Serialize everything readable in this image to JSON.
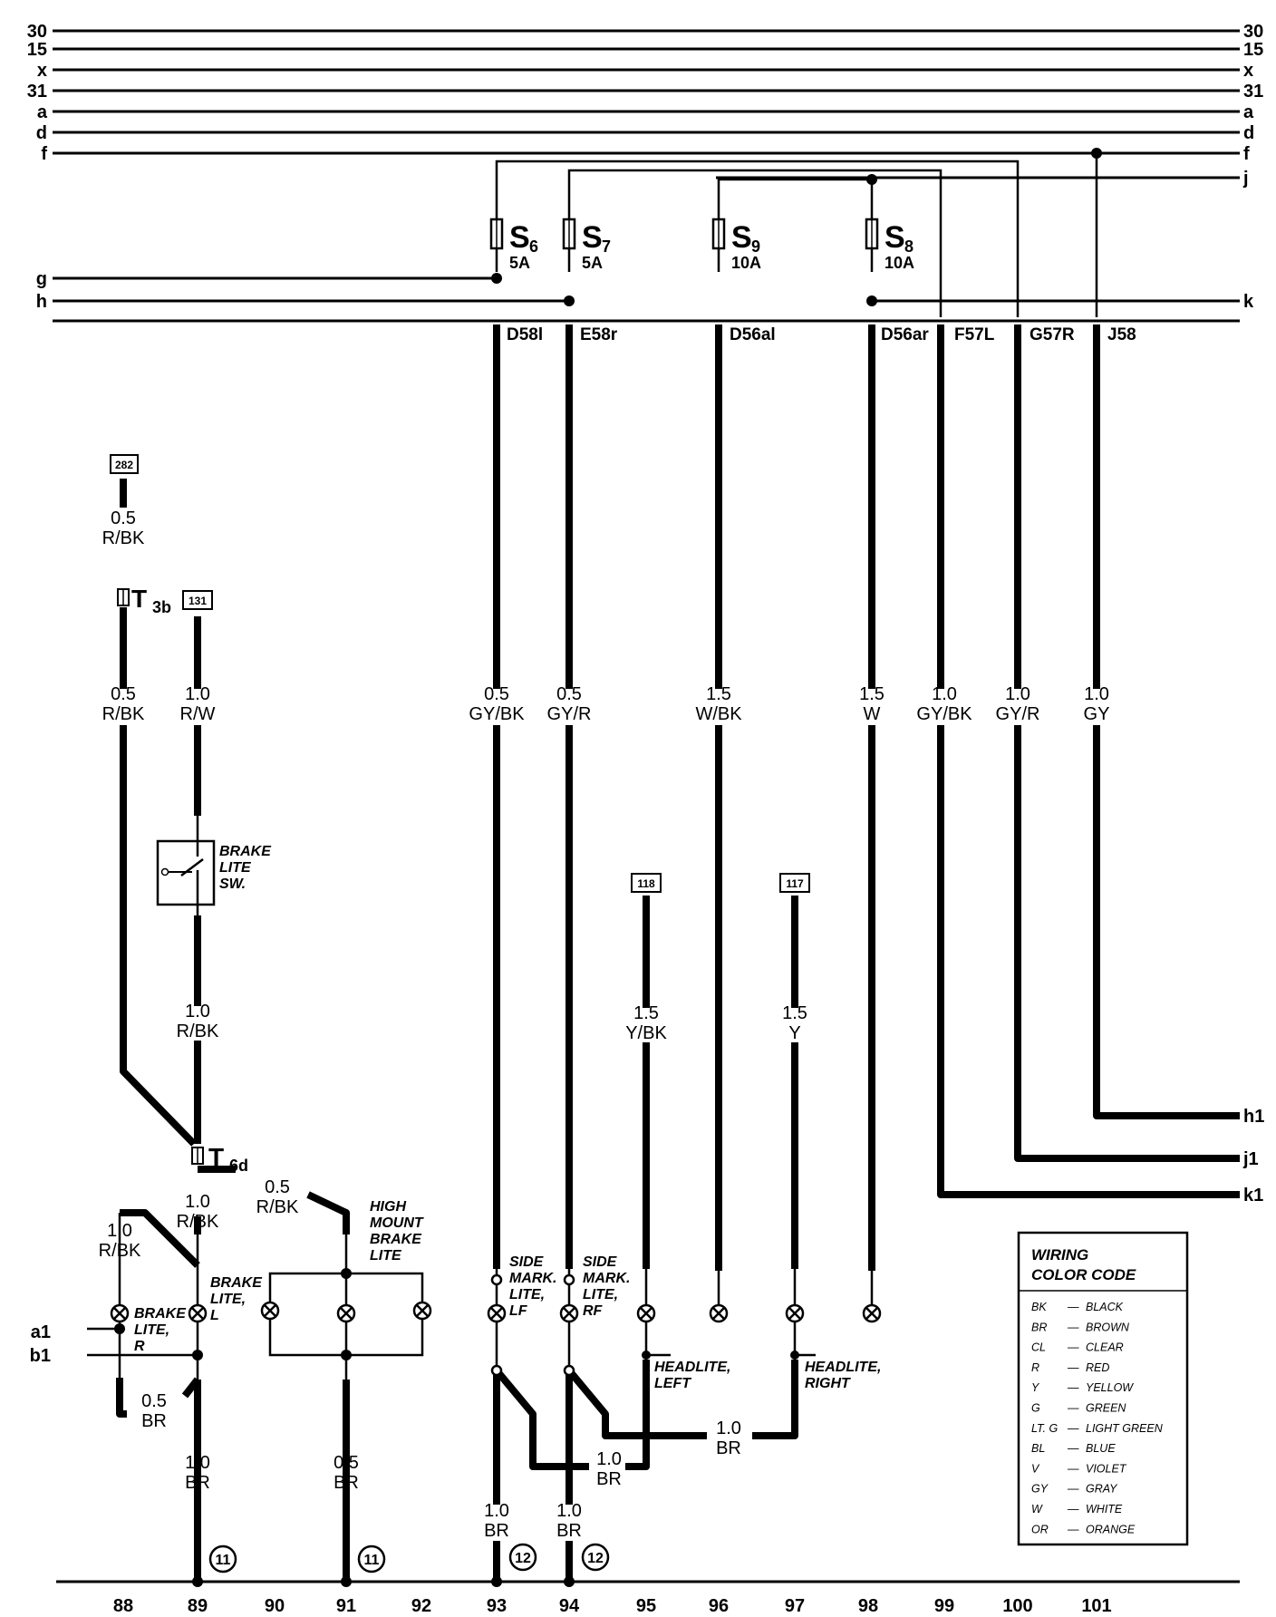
{
  "bus_lines": [
    {
      "left": "30",
      "right": "30"
    },
    {
      "left": "15",
      "right": "15"
    },
    {
      "left": "x",
      "right": "x"
    },
    {
      "left": "31",
      "right": "31"
    },
    {
      "left": "a",
      "right": "a"
    },
    {
      "left": "d",
      "right": "d"
    },
    {
      "left": "f",
      "right": "f"
    }
  ],
  "side_labels": {
    "j": "j",
    "g": "g",
    "h": "h",
    "k": "k",
    "h1": "h1",
    "j1": "j1",
    "k1": "k1",
    "a1": "a1",
    "b1": "b1"
  },
  "fuses": [
    {
      "name": "S",
      "sub": "6",
      "rating": "5A"
    },
    {
      "name": "S",
      "sub": "7",
      "rating": "5A"
    },
    {
      "name": "S",
      "sub": "9",
      "rating": "10A"
    },
    {
      "name": "S",
      "sub": "8",
      "rating": "10A"
    }
  ],
  "terminals": [
    "D58l",
    "E58r",
    "D56al",
    "D56ar",
    "F57L",
    "G57R",
    "J58"
  ],
  "connectors": {
    "t3b": {
      "name": "T",
      "sub": "3b"
    },
    "t6d": {
      "name": "T",
      "sub": "6d"
    }
  },
  "ref_boxes": [
    "282",
    "131",
    "118",
    "117"
  ],
  "wires": [
    {
      "size": "0.5",
      "color": "R/BK"
    },
    {
      "size": "0.5",
      "color": "R/BK"
    },
    {
      "size": "1.0",
      "color": "R/W"
    },
    {
      "size": "1.0",
      "color": "R/BK"
    },
    {
      "size": "0.5",
      "color": "R/BK"
    },
    {
      "size": "1.0",
      "color": "R/BK"
    },
    {
      "size": "1.0",
      "color": "R/BK"
    },
    {
      "size": "0.5",
      "color": "BR"
    },
    {
      "size": "1.0",
      "color": "BR"
    },
    {
      "size": "0.5",
      "color": "BR"
    },
    {
      "size": "0.5",
      "color": "GY/BK"
    },
    {
      "size": "0.5",
      "color": "GY/R"
    },
    {
      "size": "1.5",
      "color": "W/BK"
    },
    {
      "size": "1.5",
      "color": "W"
    },
    {
      "size": "1.0",
      "color": "GY/BK"
    },
    {
      "size": "1.0",
      "color": "GY/R"
    },
    {
      "size": "1.0",
      "color": "GY"
    },
    {
      "size": "1.5",
      "color": "Y/BK"
    },
    {
      "size": "1.5",
      "color": "Y"
    },
    {
      "size": "1.0",
      "color": "BR"
    },
    {
      "size": "1.0",
      "color": "BR"
    },
    {
      "size": "1.0",
      "color": "BR"
    },
    {
      "size": "1.0",
      "color": "BR"
    }
  ],
  "components": {
    "brake_switch": [
      "BRAKE",
      "LITE",
      "SW."
    ],
    "high_mount": [
      "HIGH",
      "MOUNT",
      "BRAKE",
      "LITE"
    ],
    "brake_lite_l": [
      "BRAKE",
      "LITE,",
      "L"
    ],
    "brake_lite_r": [
      "BRAKE",
      "LITE,",
      "R"
    ],
    "side_mark_lf": [
      "SIDE",
      "MARK.",
      "LITE,",
      "LF"
    ],
    "side_mark_rf": [
      "SIDE",
      "MARK.",
      "LITE,",
      "RF"
    ],
    "headlite_left": [
      "HEADLITE,",
      "LEFT"
    ],
    "headlite_right": [
      "HEADLITE,",
      "RIGHT"
    ]
  },
  "grounds": [
    "11",
    "11",
    "12",
    "12"
  ],
  "positions": [
    "88",
    "89",
    "90",
    "91",
    "92",
    "93",
    "94",
    "95",
    "96",
    "97",
    "98",
    "99",
    "100",
    "101"
  ],
  "legend": {
    "title": [
      "WIRING",
      "COLOR CODE"
    ],
    "items": [
      {
        "code": "BK",
        "name": "BLACK"
      },
      {
        "code": "BR",
        "name": "BROWN"
      },
      {
        "code": "CL",
        "name": "CLEAR"
      },
      {
        "code": "R",
        "name": "RED"
      },
      {
        "code": "Y",
        "name": "YELLOW"
      },
      {
        "code": "G",
        "name": "GREEN"
      },
      {
        "code": "LT. G",
        "name": "LIGHT GREEN"
      },
      {
        "code": "BL",
        "name": "BLUE"
      },
      {
        "code": "V",
        "name": "VIOLET"
      },
      {
        "code": "GY",
        "name": "GRAY"
      },
      {
        "code": "W",
        "name": "WHITE"
      },
      {
        "code": "OR",
        "name": "ORANGE"
      }
    ]
  }
}
